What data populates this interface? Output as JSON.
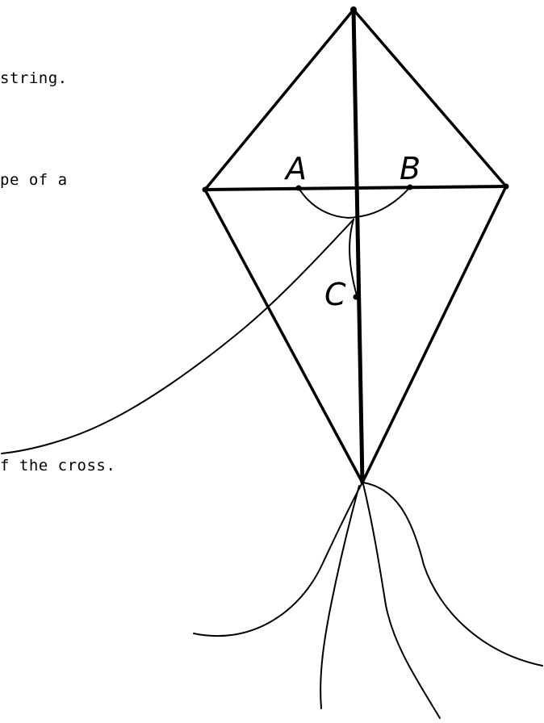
{
  "text_fragments": {
    "line1": "string.",
    "line2": "pe of a",
    "line3": "f the cross."
  },
  "diagram": {
    "point_labels": {
      "a": "A",
      "b": "B",
      "c": "C"
    }
  }
}
